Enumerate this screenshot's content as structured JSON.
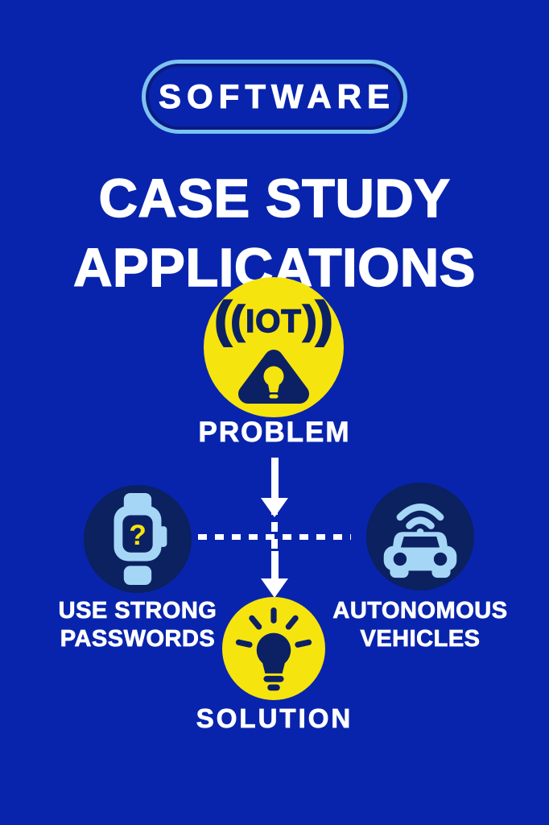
{
  "poster": {
    "badge": "SOFTWARE",
    "title_line1": "CASE STUDY",
    "title_line2": "APPLICATIONS"
  },
  "problem_node": {
    "iot": {
      "outer_open": "(",
      "inner_open": "(",
      "core": "IOT",
      "inner_close": ")",
      "outer_close": ")"
    },
    "label": "PROBLEM"
  },
  "left_node": {
    "watch_glyph": "?",
    "label_line1": "USE STRONG",
    "label_line2": "PASSWORDS"
  },
  "right_node": {
    "label_line1": "AUTONOMOUS",
    "label_line2": "VEHICLES"
  },
  "solution_node": {
    "label": "SOLUTION"
  },
  "icons": {
    "problem": "iot-signal-warning-bulb-icon",
    "left": "smartwatch-question-icon",
    "right": "autonomous-car-wifi-icon",
    "solution": "lightbulb-idea-icon"
  },
  "colors": {
    "background": "#0824AC",
    "yellow": "#F6E40E",
    "navy-circle": "#0B2160",
    "glyph-navy": "#0C2163",
    "light_blue": "#A5D6F6",
    "pill_border": "#7CC3F0",
    "text_white": "#FFFFFF"
  }
}
